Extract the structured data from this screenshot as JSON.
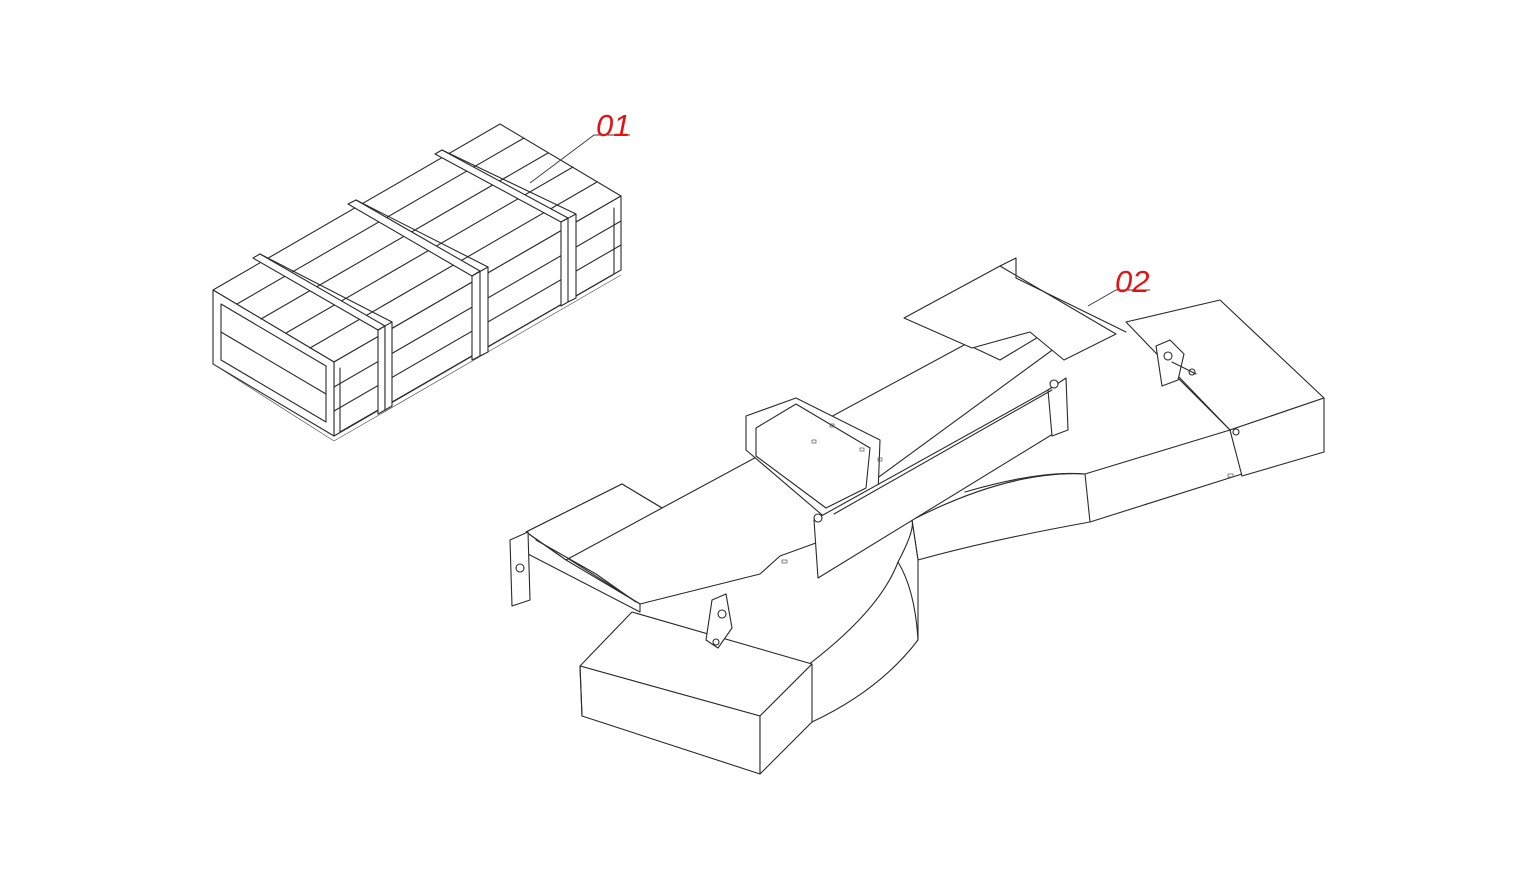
{
  "callouts": [
    {
      "label": "01",
      "part": "wooden-crate"
    },
    {
      "label": "02",
      "part": "cable-tray-cross-fitting"
    }
  ],
  "colors": {
    "callout": "#e01414",
    "line": "#2a2a2a",
    "background": "#ffffff"
  }
}
